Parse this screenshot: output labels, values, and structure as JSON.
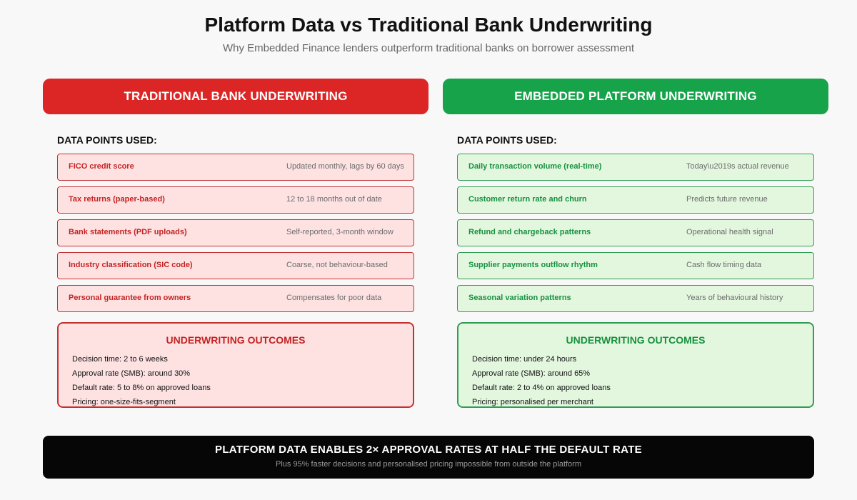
{
  "title": "Platform Data vs Traditional Bank Underwriting",
  "subtitle": "Why Embedded Finance lenders outperform traditional banks on borrower assessment",
  "columns": [
    {
      "header": "TRADITIONAL BANK UNDERWRITING",
      "section_label": "DATA POINTS USED:",
      "accent_color": "#dc2626",
      "rows": [
        {
          "label": "FICO credit score",
          "note": "Updated monthly, lags by 60 days"
        },
        {
          "label": "Tax returns (paper-based)",
          "note": "12 to 18 months out of date"
        },
        {
          "label": "Bank statements (PDF uploads)",
          "note": "Self-reported, 3-month window"
        },
        {
          "label": "Industry classification (SIC code)",
          "note": "Coarse, not behaviour-based"
        },
        {
          "label": "Personal guarantee from owners",
          "note": "Compensates for poor data"
        }
      ],
      "outcomes": {
        "title": "UNDERWRITING OUTCOMES",
        "items": [
          "Decision time: 2 to 6 weeks",
          "Approval rate (SMB): around 30%",
          "Default rate: 5 to 8% on approved loans",
          "Pricing: one-size-fits-segment"
        ]
      }
    },
    {
      "header": "EMBEDDED PLATFORM UNDERWRITING",
      "section_label": "DATA POINTS USED:",
      "accent_color": "#16a34a",
      "rows": [
        {
          "label": "Daily transaction volume (real-time)",
          "note": "Today\\u2019s actual revenue"
        },
        {
          "label": "Customer return rate and churn",
          "note": "Predicts future revenue"
        },
        {
          "label": "Refund and chargeback patterns",
          "note": "Operational health signal"
        },
        {
          "label": "Supplier payments outflow rhythm",
          "note": "Cash flow timing data"
        },
        {
          "label": "Seasonal variation patterns",
          "note": "Years of behavioural history"
        }
      ],
      "outcomes": {
        "title": "UNDERWRITING OUTCOMES",
        "items": [
          "Decision time: under 24 hours",
          "Approval rate (SMB): around 65%",
          "Default rate: 2 to 4% on approved loans",
          "Pricing: personalised per merchant"
        ]
      }
    }
  ],
  "banner": {
    "title": "PLATFORM DATA ENABLES 2× APPROVAL RATES AT HALF THE DEFAULT RATE",
    "subtitle": "Plus 95% faster decisions and personalised pricing impossible from outside the platform",
    "background_color": "#060606"
  }
}
